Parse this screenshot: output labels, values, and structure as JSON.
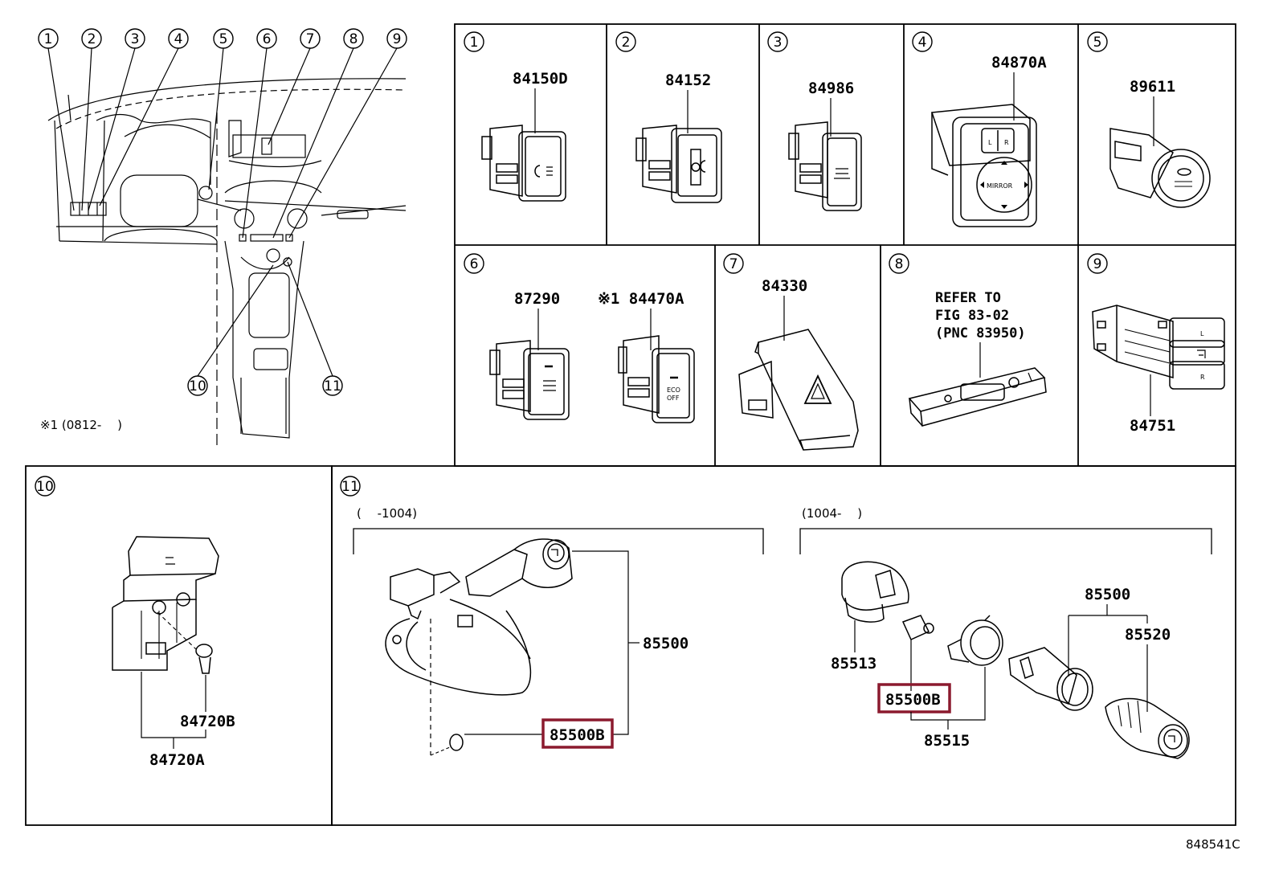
{
  "diagram": {
    "overview": {
      "callouts": [
        "1",
        "2",
        "3",
        "4",
        "5",
        "6",
        "7",
        "8",
        "9",
        "10",
        "11"
      ],
      "footnote": "※1 (0812-　 )"
    },
    "panels": [
      {
        "num": "1",
        "parts": [
          "84150D"
        ]
      },
      {
        "num": "2",
        "parts": [
          "84152"
        ]
      },
      {
        "num": "3",
        "parts": [
          "84986"
        ]
      },
      {
        "num": "4",
        "parts": [
          "84870A"
        ],
        "labels": [
          "L",
          "R",
          "MIRROR"
        ]
      },
      {
        "num": "5",
        "parts": [
          "89611"
        ]
      },
      {
        "num": "6",
        "parts": [
          "87290",
          "※1 84470A"
        ],
        "labels": [
          "ECO",
          "OFF"
        ]
      },
      {
        "num": "7",
        "parts": [
          "84330"
        ]
      },
      {
        "num": "8",
        "note_lines": [
          "REFER TO",
          "FIG 83-02",
          "(PNC 83950)"
        ]
      },
      {
        "num": "9",
        "parts": [
          "84751"
        ],
        "labels": [
          "L",
          "R"
        ]
      },
      {
        "num": "10",
        "parts": [
          "84720B",
          "84720A"
        ]
      },
      {
        "num": "11",
        "ranges": [
          "(　 -1004)",
          "(1004-　 )"
        ],
        "parts": [
          "85500",
          "85500B",
          "85513",
          "85500B",
          "85515",
          "85500",
          "85520"
        ]
      }
    ],
    "highlight_color": "#8b1a2e",
    "figure_code": "848541C"
  }
}
